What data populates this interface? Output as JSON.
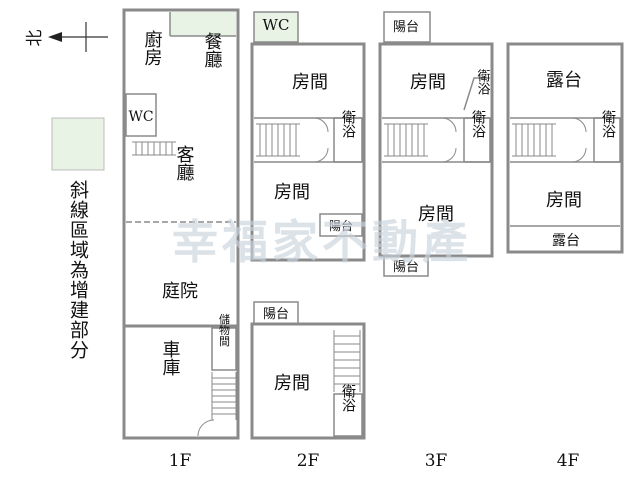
{
  "compass": {
    "label": "北"
  },
  "legend": {
    "text": "斜線區域為增建部分",
    "swatch_color": "#e8f3e6"
  },
  "watermark": "幸福家不動產",
  "floors": {
    "f1": {
      "label": "1F",
      "rooms": {
        "kitchen": "廚房",
        "dining": "餐廳",
        "wc": "WC",
        "living": "客廳",
        "courtyard": "庭院",
        "storage": "儲物間",
        "garage": "車庫"
      }
    },
    "f2": {
      "label": "2F",
      "rooms": {
        "wc": "WC",
        "room_a": "房間",
        "bath": "衛浴",
        "room_b": "房間",
        "balcony": "陽台",
        "balcony_b": "陽台",
        "room_c": "房間",
        "bath_b": "衛浴"
      }
    },
    "f3": {
      "label": "3F",
      "rooms": {
        "balcony_top": "陽台",
        "room_a": "房間",
        "bath_a": "衛浴",
        "bath_b": "衛浴",
        "room_b": "房間",
        "balcony_bottom": "陽台"
      }
    },
    "f4": {
      "label": "4F",
      "rooms": {
        "terrace_top": "露台",
        "bath": "衛浴",
        "room": "房間",
        "terrace_bottom": "露台"
      }
    }
  }
}
